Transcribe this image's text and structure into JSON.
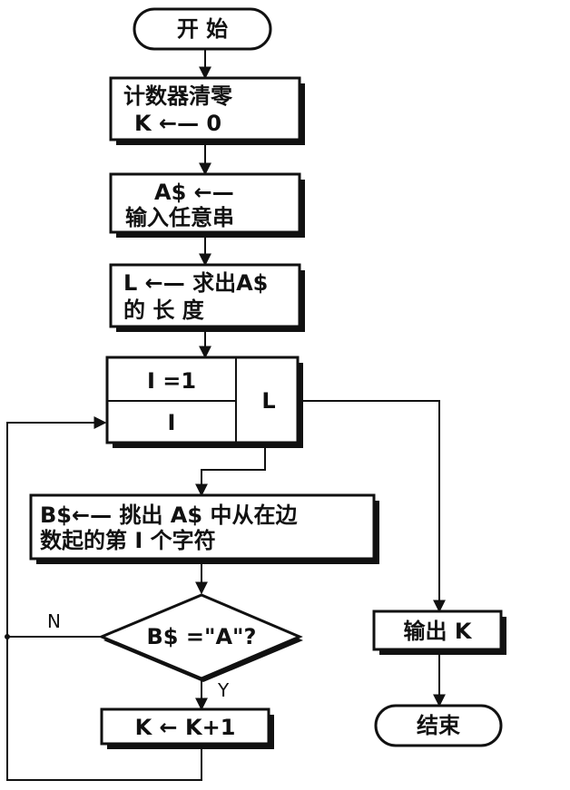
{
  "nodes": {
    "start": "开  始",
    "reset_line1": "计数器清零",
    "reset_line2": "K ←— 0",
    "input_line1": "A$ ←—",
    "input_line2": "输入任意串",
    "length_line1": "L ←— 求出A$",
    "length_line2": "的 长 度",
    "loop_init": "I =1",
    "loop_var": "I",
    "loop_limit": "L",
    "pick_line1": "B$←— 挑出 A$ 中从在边",
    "pick_line2": "数起的第 I 个字符",
    "decision": "B$ =\"A\"?",
    "increment": "K ← K+1",
    "output": "输出 K",
    "end": "结束"
  },
  "edges": {
    "no_label": "N",
    "yes_label": "Y"
  },
  "colors": {
    "ink": "#111111",
    "paper": "#ffffff"
  }
}
